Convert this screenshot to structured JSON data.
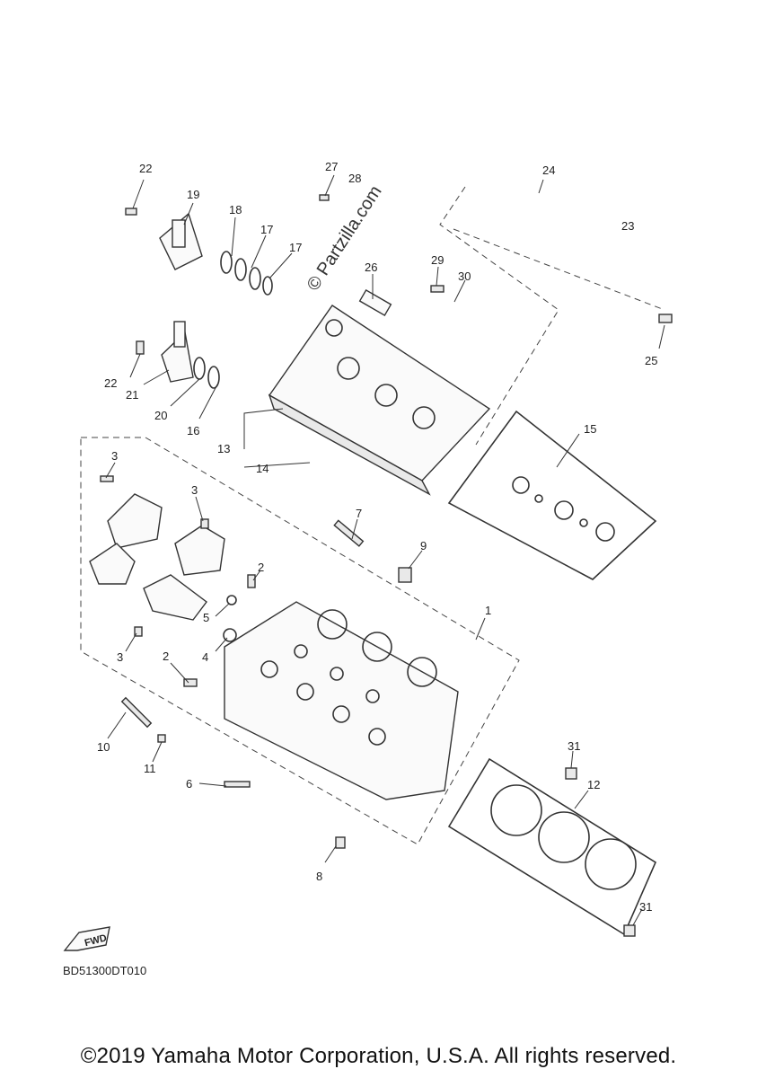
{
  "diagram": {
    "watermark": "© Partzilla.com",
    "fwd_label": "FWD",
    "diagram_code": "BD51300DT010",
    "copyright": "©2019 Yamaha Motor Corporation, U.S.A. All rights reserved.",
    "callouts": [
      "22",
      "19",
      "18",
      "17",
      "17",
      "27",
      "28",
      "24",
      "23",
      "26",
      "29",
      "30",
      "25",
      "22",
      "21",
      "20",
      "16",
      "13",
      "14",
      "15",
      "3",
      "3",
      "7",
      "9",
      "2",
      "5",
      "1",
      "3",
      "4",
      "2",
      "10",
      "11",
      "6",
      "8",
      "31",
      "12",
      "31"
    ]
  }
}
